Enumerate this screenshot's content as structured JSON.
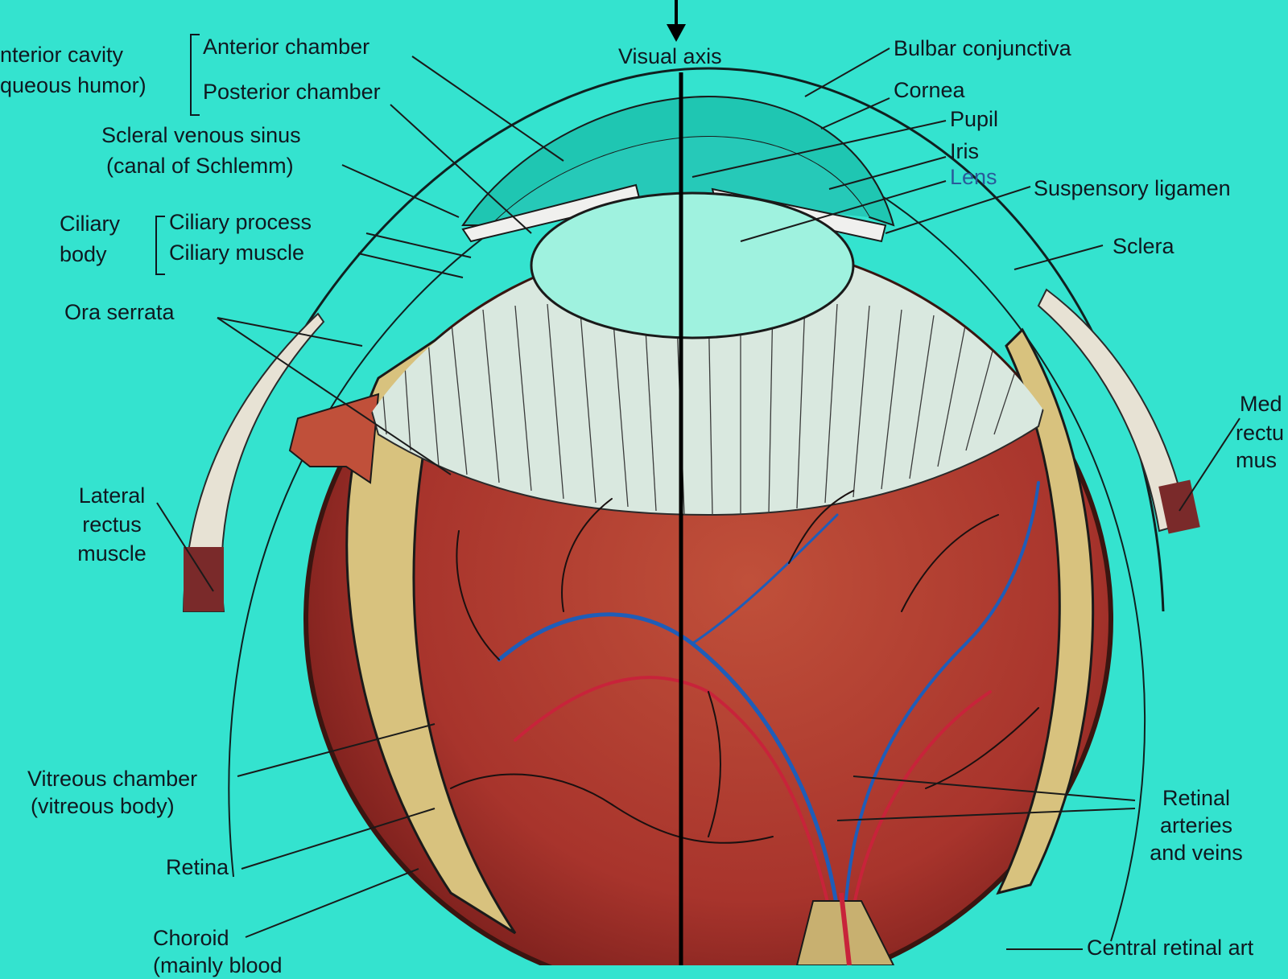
{
  "labels": {
    "anterior_cavity_1": "nterior cavity",
    "anterior_cavity_2": "queous humor)",
    "anterior_chamber": "Anterior chamber",
    "posterior_chamber": "Posterior chamber",
    "visual_axis": "Visual axis",
    "bulbar_conjunctiva": "Bulbar conjunctiva",
    "cornea": "Cornea",
    "pupil": "Pupil",
    "iris": "Iris",
    "lens": "Lens",
    "scleral_sinus_1": "Scleral venous sinus",
    "scleral_sinus_2": "(canal of Schlemm)",
    "suspensory": "Suspensory  ligamen",
    "ciliary_body_1": "Ciliary",
    "ciliary_body_2": "body",
    "ciliary_process": "Ciliary process",
    "ciliary_muscle": "Ciliary muscle",
    "sclera": "Sclera",
    "ora_serrata": "Ora serrata",
    "medial_1": "Med",
    "medial_2": "rectu",
    "medial_3": "mus",
    "lateral_1": "Lateral",
    "lateral_2": "rectus",
    "lateral_3": "muscle",
    "vitreous_1": "Vitreous chamber",
    "vitreous_2": "(vitreous body)",
    "retina": "Retina",
    "retinal_av_1": "Retinal",
    "retinal_av_2": "arteries",
    "retinal_av_3": "and veins",
    "choroid_1": "Choroid",
    "choroid_2": "(mainly blood",
    "central_retinal": "Central retinal art"
  },
  "colors": {
    "background": "#34e3cf",
    "choroid_red": "#a8342c",
    "retina_tan": "#d8c27e",
    "artery": "#c8233a",
    "vein": "#1f5db8",
    "cornea": "#26c9b8",
    "lens": "#9ff2df"
  }
}
